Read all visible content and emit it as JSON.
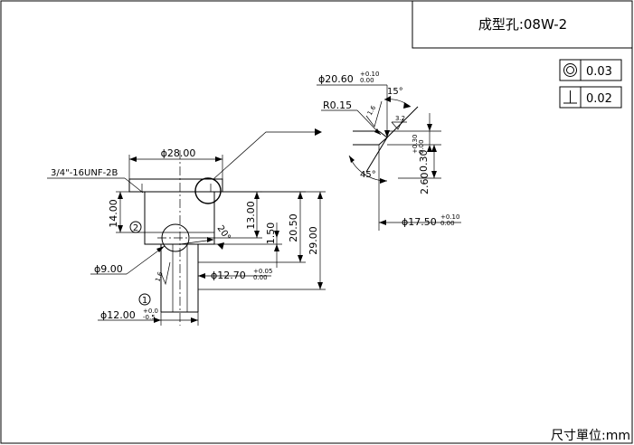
{
  "title_block": {
    "title": "成型孔:08W-2"
  },
  "tolerance_frames": [
    {
      "symbol": "concentricity-symbol",
      "value": "0.03"
    },
    {
      "symbol": "perpendicularity-symbol",
      "value": "0.02"
    }
  ],
  "unit_note": "尺寸單位:mm",
  "main_view": {
    "thread_label": "3/4\"-16UNF-2B",
    "dia_28": "ϕ28.00",
    "dim_14": "14.00",
    "dim_13": "13.00",
    "dim_1_50": "1.50",
    "dim_20_50": "20.50",
    "dim_29": "29.00",
    "dia_9": "ϕ9.00",
    "dia_12_70": "ϕ12.70",
    "dia_12_70_tol_upper": "+0.05",
    "dia_12_70_tol_lower": "0.00",
    "angle_20": "20°",
    "finish_16": "1.6",
    "dia_12": "ϕ12.00",
    "dia_12_tol_upper": "+0.0",
    "dia_12_tol_lower": "-0.5",
    "note_circle_1": "1",
    "note_circle_2": "2"
  },
  "detail_view": {
    "dia_20_60": "ϕ20.60",
    "dia_20_60_tol_upper": "+0.10",
    "dia_20_60_tol_lower": "0.00",
    "radius": "R0.15",
    "angle_15": "15°",
    "finish_1_6": "1.6",
    "finish_3_2": "3.2",
    "angle_45": "45°",
    "dim_0_30": "0.30",
    "dim_0_30_tol_upper": "+0.30",
    "dim_0_30_tol_lower": "0.00",
    "dim_2_60": "2.60",
    "dia_17_50": "ϕ17.50",
    "dia_17_50_tol_upper": "+0.10",
    "dia_17_50_tol_lower": "0.00"
  }
}
